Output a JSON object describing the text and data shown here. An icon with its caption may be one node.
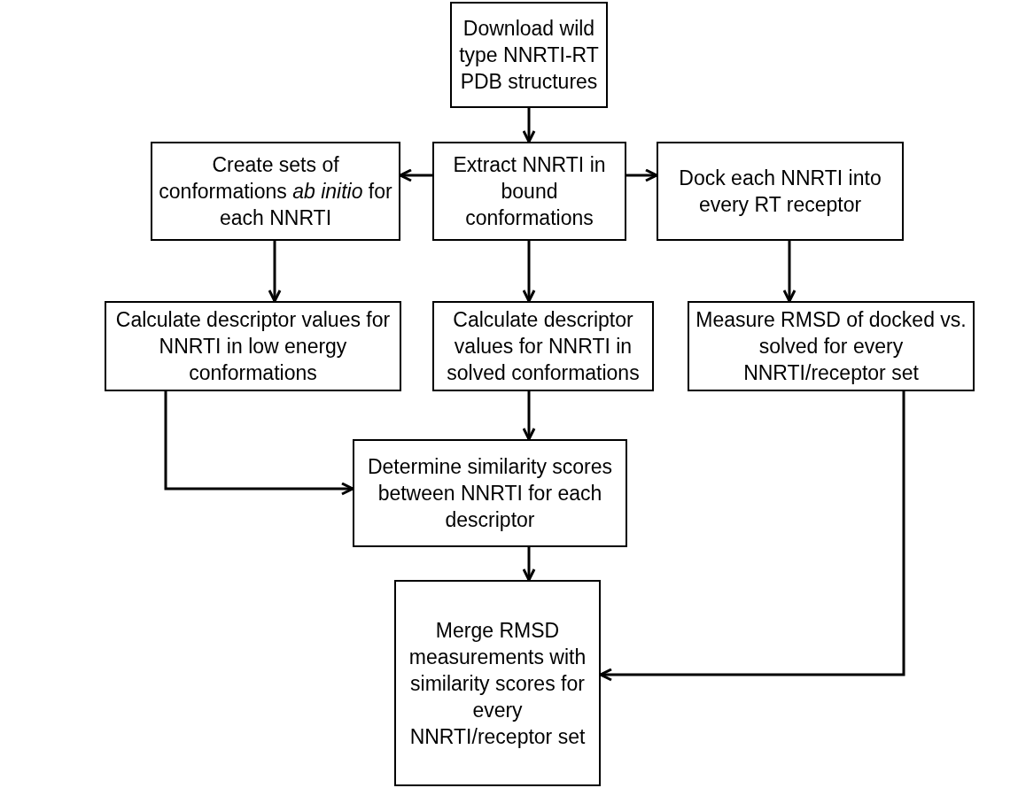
{
  "diagram": {
    "nodes": [
      {
        "text": [
          "Download wild type NNRTI-RT PDB structures"
        ]
      },
      {
        "text": [
          "Extract NNRTI in bound conformations"
        ]
      },
      {
        "text": [
          "Create sets of conformations *ab initio* for each NNRTI"
        ]
      },
      {
        "text": [
          "Dock each NNRTI into every RT receptor"
        ]
      },
      {
        "text": [
          "Calculate descriptor values for NNRTI in low energy conformations"
        ]
      },
      {
        "text": [
          "Calculate descriptor values for NNRTI in solved conformations"
        ]
      },
      {
        "text": [
          "Measure RMSD of docked vs. solved for every NNRTI/receptor set"
        ]
      },
      {
        "text": [
          "Determine similarity scores between NNRTI for each descriptor"
        ]
      },
      {
        "text": [
          "Merge RMSD measurements with similarity scores for every NNRTI/receptor set"
        ]
      }
    ],
    "edges": [
      {
        "from": 0,
        "to": 1,
        "arrow": "to"
      },
      {
        "from": 1,
        "to": 2,
        "arrow": "to"
      },
      {
        "from": 1,
        "to": 3,
        "arrow": "to"
      },
      {
        "from": 2,
        "to": 4,
        "arrow": "to"
      },
      {
        "from": 1,
        "to": 5,
        "arrow": "to"
      },
      {
        "from": 3,
        "to": 6,
        "arrow": "to"
      },
      {
        "from": 5,
        "to": 7,
        "arrow": "to"
      },
      {
        "from": 4,
        "to": 7,
        "arrow": "to"
      },
      {
        "from": 7,
        "to": 8,
        "arrow": "to"
      },
      {
        "from": 6,
        "to": 8,
        "arrow": "to"
      }
    ]
  }
}
